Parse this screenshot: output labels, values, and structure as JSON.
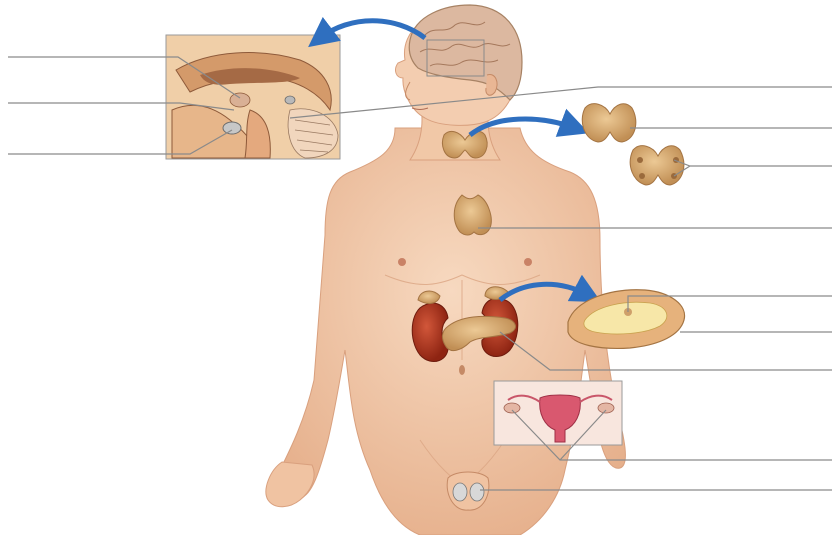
{
  "diagram": {
    "subject": "endocrine-system",
    "labels_visible": false,
    "colors": {
      "skin": "#f2c8a8",
      "skin_shadow": "#d9a07e",
      "gland": "#d9b07a",
      "gland_dark": "#b5854e",
      "kidney": "#b5361e",
      "uterus": "#d9586f",
      "arrow": "#2f6fbf",
      "leader": "#8a8a8a",
      "brain": "#dcb8a0",
      "inset_border": "#9a9a9a"
    },
    "leader_lines": [
      {
        "id": "hypothalamus",
        "side": "left"
      },
      {
        "id": "pituitary-region",
        "side": "left"
      },
      {
        "id": "pituitary-lower",
        "side": "left"
      },
      {
        "id": "pineal",
        "side": "right"
      },
      {
        "id": "thyroid",
        "side": "right"
      },
      {
        "id": "parathyroid",
        "side": "right"
      },
      {
        "id": "thymus",
        "side": "right"
      },
      {
        "id": "pancreas-islet",
        "side": "right"
      },
      {
        "id": "pancreas-tissue",
        "side": "right"
      },
      {
        "id": "adrenal",
        "side": "right"
      },
      {
        "id": "ovary",
        "side": "right"
      },
      {
        "id": "testis",
        "side": "right"
      }
    ]
  }
}
